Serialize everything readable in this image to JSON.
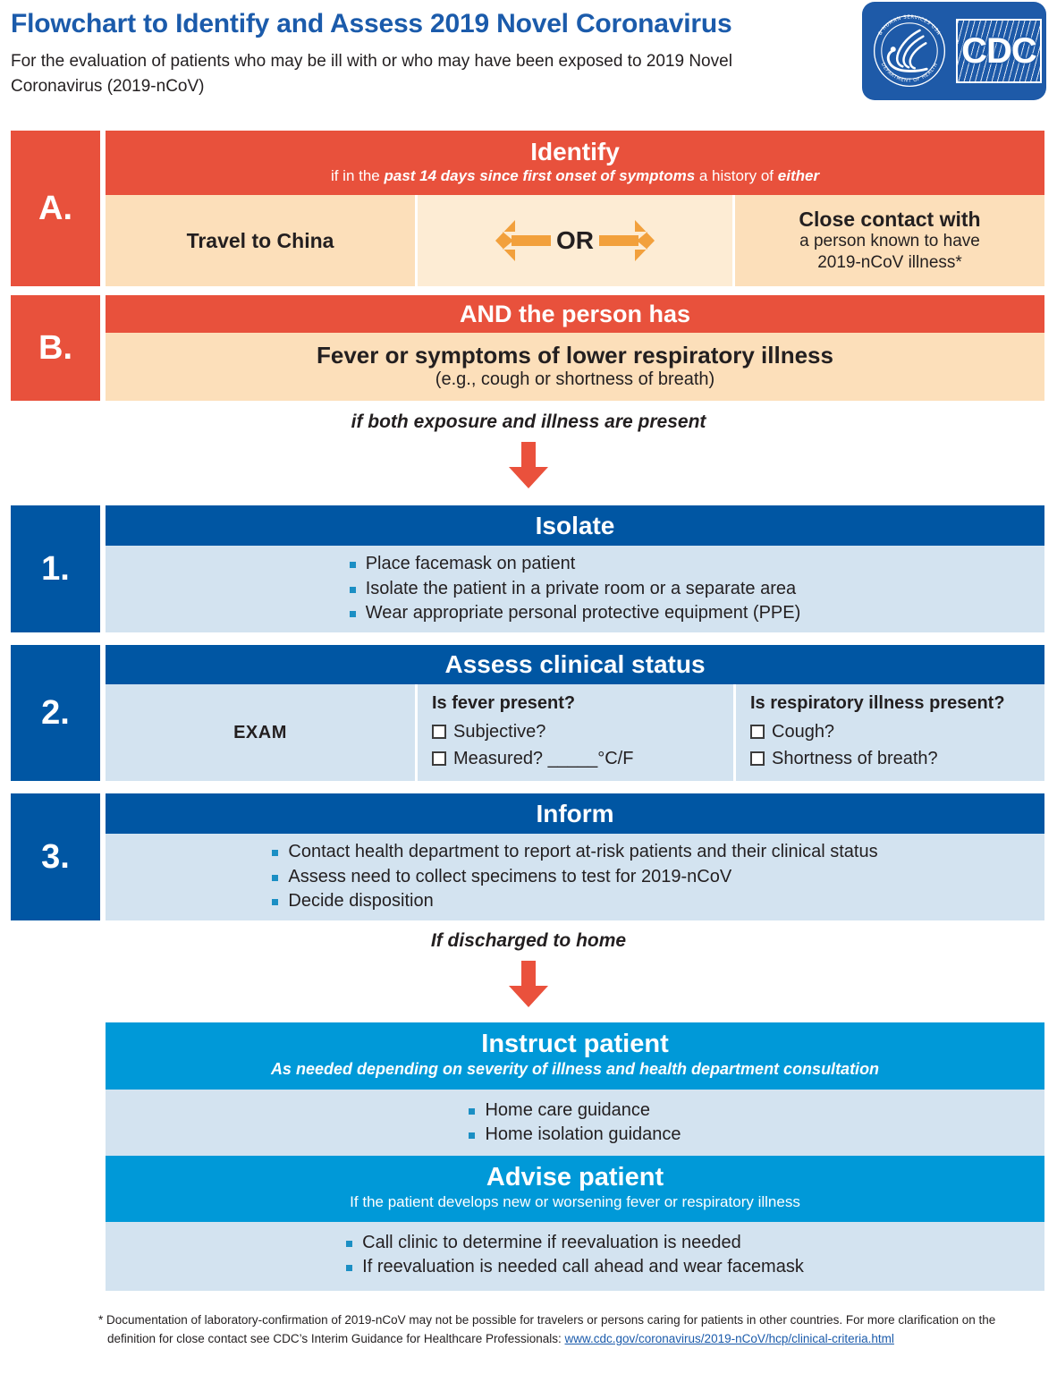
{
  "header": {
    "title": "Flowchart to Identify and Assess 2019 Novel Coronavirus",
    "subtitle": "For the evaluation of patients who may be ill with or who may have been exposed to 2019 Novel Coronavirus (2019-nCoV)",
    "logo": {
      "name": "cdc-logo",
      "letters": "CDC",
      "seal_text": "DEPARTMENT OF HEALTH & HUMAN SERVICES USA"
    }
  },
  "colors": {
    "red": "#e8513c",
    "peach": "#fcdfba",
    "peach_light": "#fdecd4",
    "orange": "#f2a03c",
    "dark_blue": "#0056a3",
    "cyan": "#0099d8",
    "light_blue": "#d3e3f0",
    "bullet_blue": "#1b8fc4",
    "title_blue": "#1b5bab",
    "text": "#231f20"
  },
  "section_a": {
    "marker": "A.",
    "title": "Identify",
    "subtitle_parts": [
      {
        "text": "if in the ",
        "style": "normal"
      },
      {
        "text": "past 14 days since first onset of symptoms",
        "style": "bold-italic"
      },
      {
        "text": " a history of ",
        "style": "normal"
      },
      {
        "text": "either",
        "style": "bold-italic"
      }
    ],
    "left_option": "Travel to China",
    "or_label": "OR",
    "right_option_title": "Close contact with",
    "right_option_line2": "a person known to have",
    "right_option_line3": "2019-nCoV illness*"
  },
  "section_b": {
    "marker": "B.",
    "title": "AND the person has",
    "main": "Fever or symptoms of lower respiratory illness",
    "sub": "(e.g., cough or shortness of breath)"
  },
  "connector_1": {
    "label": "if both exposure and illness are present"
  },
  "connector_2": {
    "label": "If discharged to home"
  },
  "section_1": {
    "marker": "1.",
    "title": "Isolate",
    "bullets": [
      "Place facemask on patient",
      "Isolate the patient in a private room or a separate area",
      "Wear appropriate personal protective equipment (PPE)"
    ]
  },
  "section_2": {
    "marker": "2.",
    "title": "Assess clinical status",
    "exam_label": "EXAM",
    "fever": {
      "question": "Is fever present?",
      "options": [
        "Subjective?",
        "Measured? _____°C/F"
      ]
    },
    "respiratory": {
      "question": "Is respiratory illness present?",
      "options": [
        "Cough?",
        "Shortness of breath?"
      ]
    }
  },
  "section_3": {
    "marker": "3.",
    "title": "Inform",
    "bullets": [
      "Contact health department to report at-risk patients and their clinical status",
      "Assess need to collect specimens to test for 2019-nCoV",
      "Decide disposition"
    ]
  },
  "instruct": {
    "title": "Instruct patient",
    "subtitle": "As needed depending on severity of illness and health department consultation",
    "bullets": [
      "Home care guidance",
      "Home isolation guidance"
    ]
  },
  "advise": {
    "title": "Advise patient",
    "subtitle": "If the patient develops new or worsening fever or respiratory illness",
    "bullets": [
      "Call clinic to determine if reevaluation is needed",
      "If reevaluation is needed call ahead and wear facemask"
    ]
  },
  "footnote": {
    "prefix": "* Documentation of laboratory-confirmation of 2019-nCoV may not be possible for travelers or persons caring for patients in other countries. For more clarification on the definition for close contact see CDC’s Interim Guidance for Healthcare Professionals: ",
    "link": "www.cdc.gov/coronavirus/2019-nCoV/hcp/clinical-criteria.html"
  }
}
